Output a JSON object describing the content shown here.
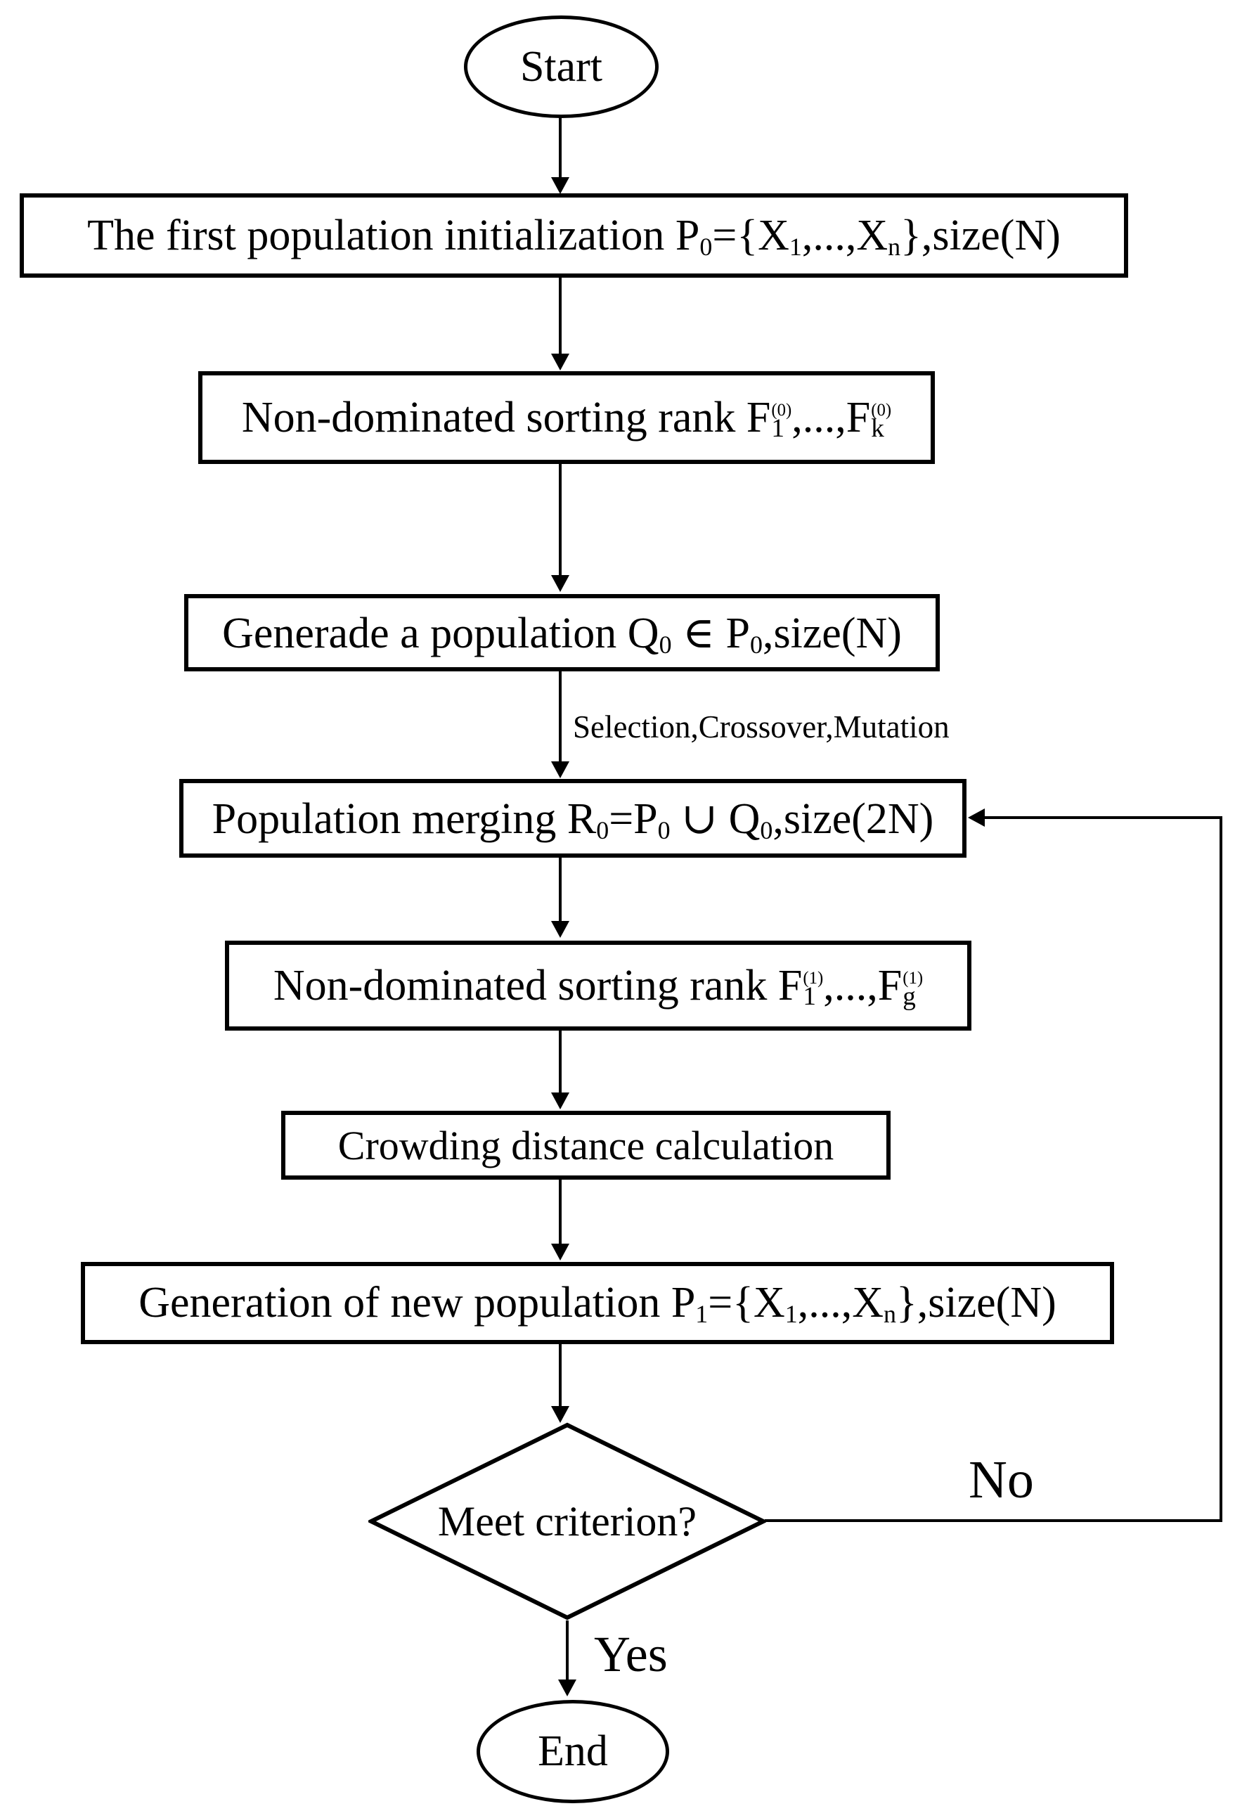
{
  "flowchart": {
    "colors": {
      "stroke": "#000000",
      "background": "#ffffff",
      "text": "#000000"
    },
    "nodes": {
      "start": {
        "label": "Start"
      },
      "init": {
        "segments": [
          {
            "text": "The first population initialization P"
          },
          {
            "sub": "0"
          },
          {
            "text": "={X"
          },
          {
            "sub": "1"
          },
          {
            "text": ",...,X"
          },
          {
            "sub": "n"
          },
          {
            "text": "},size(N)"
          }
        ]
      },
      "sort0": {
        "segments": [
          {
            "text": "Non-dominated sorting rank F"
          },
          {
            "supsub": {
              "sup": "(0)",
              "sub": "1"
            }
          },
          {
            "text": ",...,F"
          },
          {
            "supsub": {
              "sup": "(0)",
              "sub": "k"
            }
          }
        ]
      },
      "generate": {
        "segments": [
          {
            "text": "Generade a population Q"
          },
          {
            "sub": "0"
          },
          {
            "text": " ∈ P"
          },
          {
            "sub": "0"
          },
          {
            "text": ",size(N)"
          }
        ]
      },
      "merge": {
        "segments": [
          {
            "text": "Population merging R"
          },
          {
            "sub": "0"
          },
          {
            "text": "=P"
          },
          {
            "sub": "0"
          },
          {
            "text": " ∪ Q"
          },
          {
            "sub": "0"
          },
          {
            "text": ",size(2N)"
          }
        ]
      },
      "sort1": {
        "segments": [
          {
            "text": "Non-dominated sorting rank F"
          },
          {
            "supsub": {
              "sup": "(1)",
              "sub": "1"
            }
          },
          {
            "text": ",...,F"
          },
          {
            "supsub": {
              "sup": "(1)",
              "sub": "g"
            }
          }
        ]
      },
      "crowding": {
        "label": "Crowding distance calculation"
      },
      "newpop": {
        "segments": [
          {
            "text": "Generation of new population P"
          },
          {
            "sub": "1"
          },
          {
            "text": "={X"
          },
          {
            "sub": "1"
          },
          {
            "text": ",...,X"
          },
          {
            "sub": "n"
          },
          {
            "text": "},size(N)"
          }
        ]
      },
      "decision": {
        "label": "Meet criterion?"
      },
      "end": {
        "label": "End"
      }
    },
    "edge_labels": {
      "operators": "Selection,Crossover,Mutation",
      "no": "No",
      "yes": "Yes"
    }
  }
}
